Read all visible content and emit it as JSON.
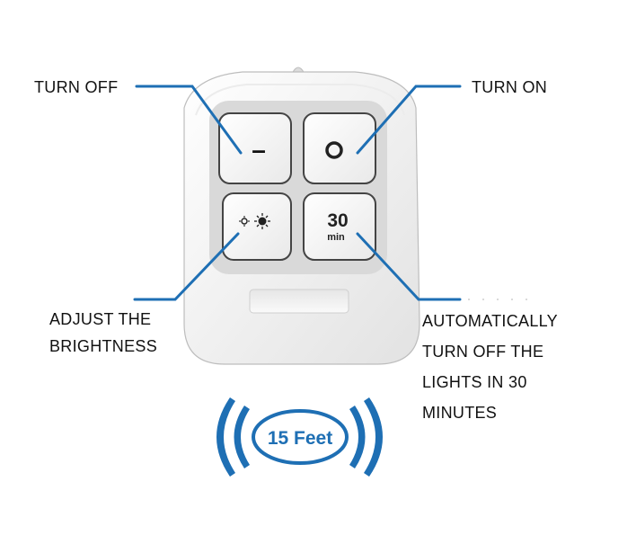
{
  "labels": {
    "turn_off": "TURN OFF",
    "turn_on": "TURN ON",
    "brightness": [
      "ADJUST THE",
      "BRIGHTNESS"
    ],
    "auto_off": [
      "AUTOMATICALLY",
      "TURN OFF THE",
      "LIGHTS IN 30",
      "MINUTES"
    ]
  },
  "buttons": {
    "off_symbol": "–",
    "timer_number": "30",
    "timer_unit": "min"
  },
  "range": {
    "text": "15 Feet"
  },
  "colors": {
    "accent": "#1e6fb4",
    "remote_body": "#f4f4f4",
    "button_face": "#f7f7f7",
    "text": "#111111"
  },
  "icons": {
    "off": "minus-icon",
    "on": "circle-icon",
    "brightness": "sun-icon",
    "range": "signal-waves-icon"
  }
}
